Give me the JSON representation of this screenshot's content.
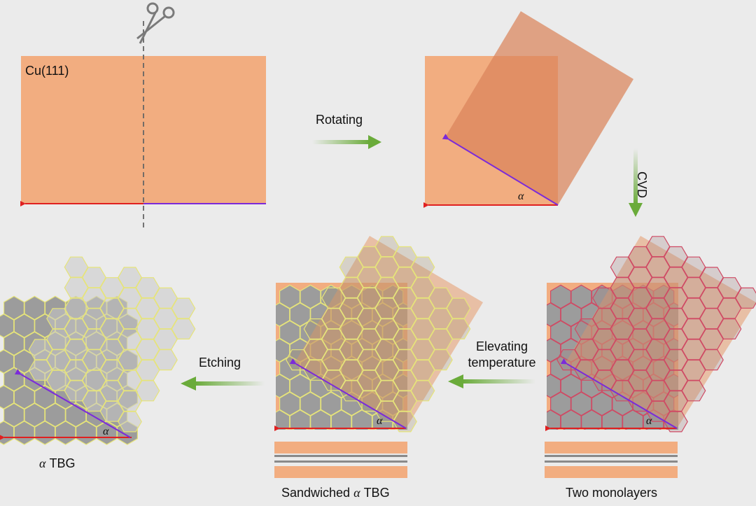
{
  "labels": {
    "cu": "Cu(111)",
    "rotating": "Rotating",
    "cvd": "CVD",
    "elevating_line1": "Elevating",
    "elevating_line2": "temperature",
    "etching": "Etching",
    "alpha": "α",
    "tbg": "TBG",
    "sandwiched_prefix": "Sandwiched",
    "two_monolayers": "Two monolayers"
  },
  "colors": {
    "background": "#ebebeb",
    "copper": "#f2ad80",
    "copper_overlay": "#e69a6c",
    "graphene_fill": "#9c9c9c",
    "hex_yellow": "#e6e47a",
    "hex_red": "#cf4a64",
    "arrow_red": "#e02020",
    "arrow_purple": "#7b2bd9",
    "flow_arrow": "#6aab3a"
  }
}
